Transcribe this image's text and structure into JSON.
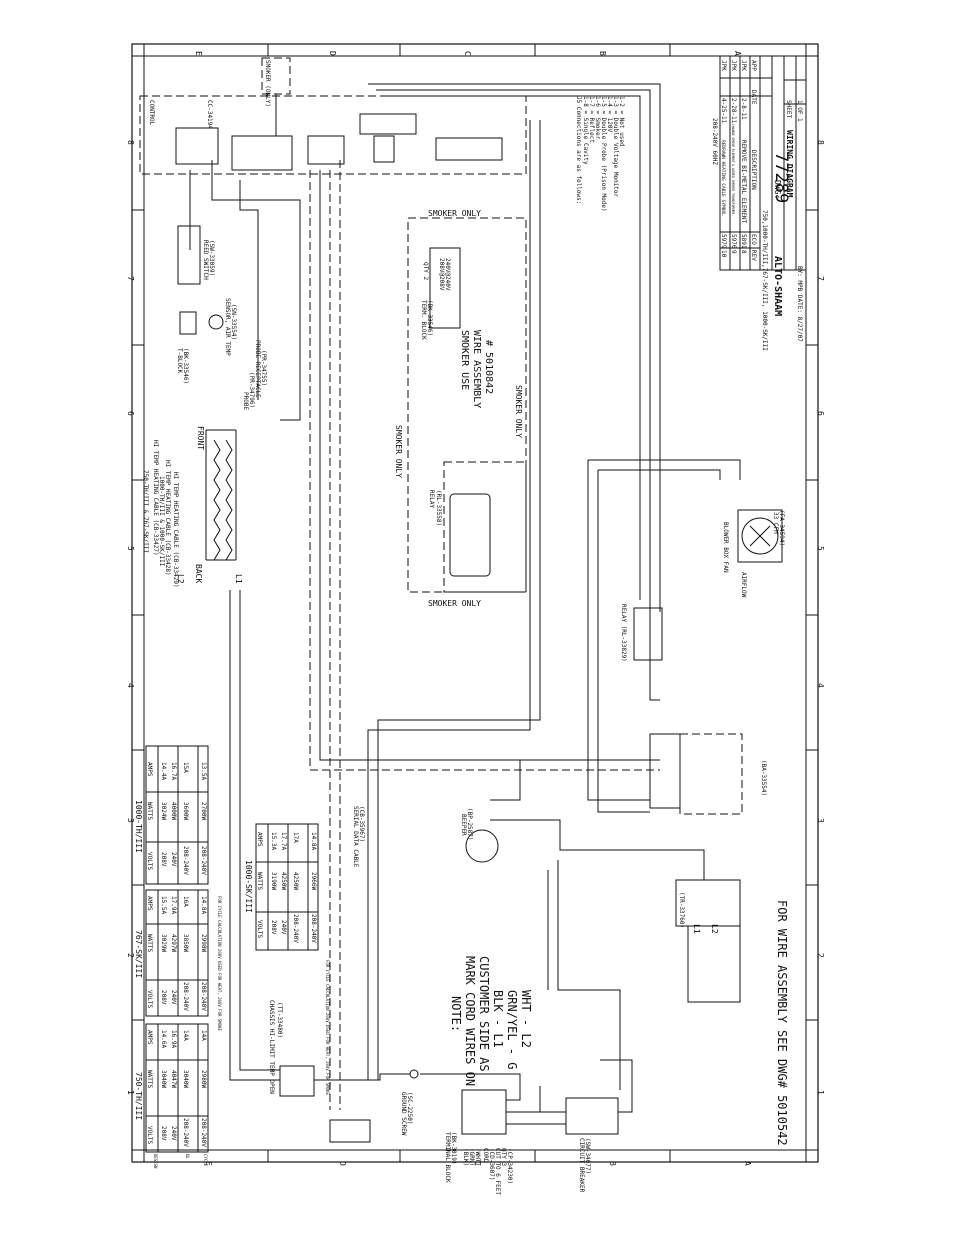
{
  "frame": {
    "zone_letters": [
      "E",
      "D",
      "C",
      "B",
      "A"
    ],
    "zone_numbers": [
      "8",
      "7",
      "6",
      "5",
      "4",
      "3",
      "2",
      "1"
    ]
  },
  "title_block": {
    "company": "ALTO-SHAAM",
    "title": "WIRING DIAGRAM",
    "model": "750,1000-TH/III,767-SK/III, 1000-SK/III",
    "dwg_label": "DWG:",
    "dwg_number": "77289",
    "sheet_label": "SHEET",
    "sheet_value": "1 OF 1",
    "by_line": "BY: MPB DATE: 8/27/07",
    "freq": "208-240V 60HZ",
    "rev_headers": [
      "REV",
      "ECO",
      "DESCRIPTION",
      "DATE",
      "APP"
    ],
    "revisions": [
      {
        "rev": "10",
        "eco": "5979",
        "desc": "REDRAWN HEATING CABLE SYMBOL",
        "date": "4-25-11",
        "app": "JPK"
      },
      {
        "rev": "9",
        "eco": "5976",
        "desc": "CHANGE SMOKE ELEMENT & ADDED SMOKER TRANSFORMER",
        "date": "2-28-11",
        "app": "JPK"
      },
      {
        "rev": "8",
        "eco": "5891",
        "desc": "REMOVE BI-METAL ELEMENT",
        "date": "2-8-11",
        "app": "JPK"
      }
    ]
  },
  "j5_notes": {
    "heading": "J5 Connections are as follows:",
    "lines": [
      "1-8 = Single Cavity",
      "1-7 = Reflect",
      "1-6 = Smoker",
      "1-5 = Double Probe (Prison Mode)",
      "1-4 = 120V",
      "1-3 = Double Voltage Monitor",
      "1-2 = Not used"
    ]
  },
  "labels": {
    "smoker_only_top": "SMOKER (ONLY)",
    "control": "CONTROL",
    "control_part": "CC-34194",
    "smoker_only": "SMOKER ONLY",
    "smoker_use_1": "SMOKER USE",
    "smoker_use_2": "WIRE ASSEMBLY",
    "smoker_use_3": "# 5010842",
    "term_block": "TERM. BLOCK",
    "term_block_part": "(BK-33546)",
    "qty2": "QTY 2",
    "term_volts": [
      "208V@208V",
      "240V@240V"
    ],
    "relay1": "RELAY",
    "relay1_part": "(RL-33558)",
    "reed_switch": "REED SWITCH",
    "reed_switch_part": "(SW-33059)",
    "tblock": "T-BLOCK",
    "tblock_part": "(BK-33546)",
    "sensor": "SENSOR, AIR TEMP",
    "sensor_part": "(SN-33554)",
    "probe_receptacle": "PROBE RECEPTACLE",
    "probe_receptacle_part": "(PR-34755)",
    "probe": "PROBE",
    "probe_part": "(PR-34796)",
    "front": "FRONT",
    "back": "BACK",
    "l1": "L1",
    "l2": "L2",
    "heat_cable_1": "HI TEMP HEATING CABLE (CB-33427)",
    "heat_cable_2": "HI TEMP HEATING CABLE (CB-33428)",
    "heat_cable_3": "HI TEMP HEATING CABLE (CB-33429)",
    "heat_cable_model_1": "750-TH/III & 767-SK/III",
    "heat_cable_model_2": "1000-TH/III & 1000-SK/III",
    "blower": "BLOWER BOX FAN",
    "blower_part": "(FA-34594)",
    "blower_cfm": "33 CFM",
    "airflow": "AIRFLOW",
    "relay2": "RELAY (RL-33829)",
    "terminal_block_part": "(BA-33554)",
    "beeper": "BEEPER",
    "beeper_part": "(BP-2587)",
    "serial_cable": "SERIAL DATA CABLE",
    "serial_cable_part": "(CB-35967)",
    "transformer_part": "(TR-33760)",
    "note_title": "NOTE:",
    "note_lines": [
      "MARK CORD WIRES ON",
      "CUSTOMER SIDE AS",
      "BLK - L1",
      "GRN/YEL - G",
      "WHT - L2"
    ],
    "footer": "FOR WIRE ASSEMBLY SEE DWG# 5010542",
    "thermostat": "CHASSIS HI-LIMIT TEMP OPEN",
    "thermostat_part": "(TT-33480)",
    "ground_screw": "GROUND SCREW",
    "ground_screw_part": "(SC-2250)",
    "terminal_block": "TERMINAL BLOCK",
    "terminal_block2_part": "(BK-3019)",
    "cord": "CORD",
    "cord_part": "(CD-3607)",
    "cord_len": "CUT TO 6 FEET",
    "cord_qty": "QTY 3",
    "cord_part2": "(CP-34230)",
    "wire_colors": [
      "(BLK)",
      "(GRN)",
      "(WHT)"
    ],
    "breaker": "CIRCUIT BREAKER",
    "breaker_part": "(SW-34077)"
  },
  "tables": {
    "headers": [
      "VOLTS",
      "WATTS",
      "AMPS"
    ],
    "design_label": "DESIGN",
    "ul_label": "UL",
    "cycle_label": "CYCLE",
    "th750": {
      "title": "750-TH/III",
      "rows": [
        [
          "208V",
          "3040W",
          "14.6A"
        ],
        [
          "240V",
          "4047W",
          "16.9A"
        ],
        [
          "208-240V",
          "3040W",
          "14A"
        ],
        [
          "208-240V",
          "2980W",
          "14A"
        ]
      ]
    },
    "sk767": {
      "title": "767-SK/III",
      "rows": [
        [
          "208V",
          "3029W",
          "15.5A"
        ],
        [
          "240V",
          "4297W",
          "17.9A"
        ],
        [
          "208-240V",
          "3850W",
          "16A"
        ],
        [
          "208-240V",
          "2998W",
          "14.8A"
        ]
      ],
      "foot": "FOR CYCLE CALCULATION 208V USED FOR HEAT, 208V FOR SMOKE"
    },
    "th1000": {
      "title": "1000-TH/III",
      "rows": [
        [
          "208V",
          "3024W",
          "14.4A"
        ],
        [
          "240V",
          "4000W",
          "16.7A"
        ],
        [
          "208-240V",
          "3600W",
          "15A"
        ],
        [
          "208-240V",
          "2700W",
          "13.5A"
        ]
      ]
    },
    "sk1000": {
      "title": "1000-SK/III",
      "rows": [
        [
          "208V",
          "3190W",
          "15.3A"
        ],
        [
          "240V",
          "4250W",
          "17.7A"
        ],
        [
          "208-240V",
          "4250W",
          "17A"
        ],
        [
          "208-240V",
          "2966W",
          "14.8A"
        ]
      ],
      "foot": "FOR CYCLE CALCULATION 208V USED FOR HEAT, 208V FOR SMOKE"
    }
  }
}
